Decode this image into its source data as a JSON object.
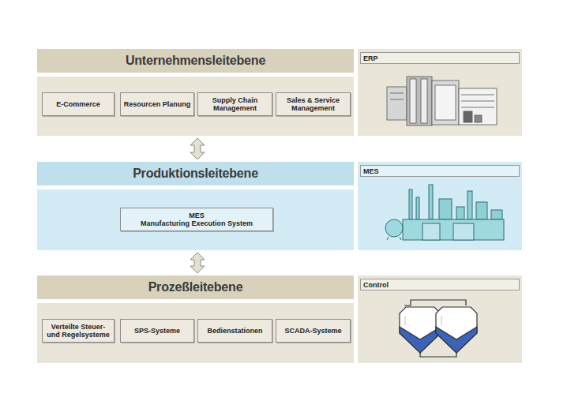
{
  "diagram": {
    "nodes": [
      {
        "text": [
          "Unternehmensleitebene"
        ]
      },
      {
        "text": [
          "E-Commerce"
        ],
        "in": 0
      },
      {
        "text": [
          "Resourcen Planung"
        ],
        "in": 0
      },
      {
        "text": [
          "Supply Chain Management"
        ],
        "in": 0
      },
      {
        "text": [
          "Sales & Service Management"
        ],
        "in": 0
      },
      {
        "text": [
          "ERP"
        ]
      },
      {
        "text": [
          "Produktionsleitebene"
        ]
      },
      {
        "text": [
          "MES",
          "Manufacturing Execution System"
        ],
        "in": 6
      },
      {
        "text": [
          "MES"
        ]
      },
      {
        "text": [
          "Prozeßleitebene"
        ]
      },
      {
        "text": [
          "Verteilte Steuer- und Regelsysteme"
        ],
        "in": 9
      },
      {
        "text": [
          "SPS-Systeme"
        ],
        "in": 9
      },
      {
        "text": [
          "Bedienstationen"
        ],
        "in": 9
      },
      {
        "text": [
          "SCADA-Systeme"
        ],
        "in": 9
      },
      {
        "text": [
          "Control"
        ]
      }
    ],
    "edges": [
      {
        "from": 0,
        "to": 6,
        "arrow": "both"
      },
      {
        "from": 6,
        "to": 9,
        "arrow": "both"
      }
    ]
  }
}
